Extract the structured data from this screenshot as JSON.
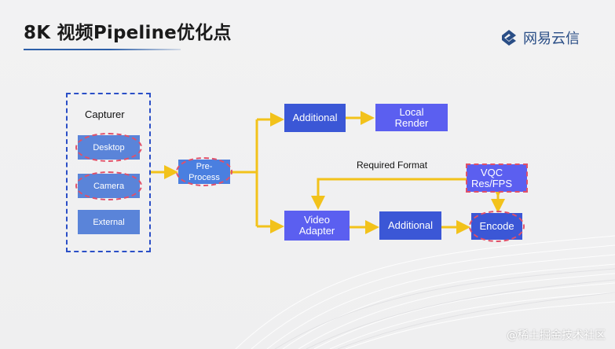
{
  "title": "8K 视频Pipeline优化点",
  "logo": {
    "text": "网易云信",
    "icon": "netease-yunxin-logo-icon",
    "color": "#2a4e86"
  },
  "capturer": {
    "label": "Capturer",
    "items": [
      "Desktop",
      "Camera",
      "External"
    ]
  },
  "nodes": {
    "preprocess": "Pre-\nProcess",
    "additional_top": "Additional",
    "local_render": "Local\nRender",
    "video_adapter": "Video\nAdapter",
    "additional_bottom": "Additional",
    "encode": "Encode",
    "vqc": "VQC\nRes/FPS"
  },
  "edge_label": "Required Format",
  "watermark": "@稀土掘金技术社区",
  "colors": {
    "arrow": "#f2c21b",
    "dark_box": "#3b57d6",
    "purple_box": "#5b5ff0",
    "light_box": "#4a7fe0",
    "red_dash": "#e0506a",
    "frame_dash": "#2b4fc7"
  }
}
